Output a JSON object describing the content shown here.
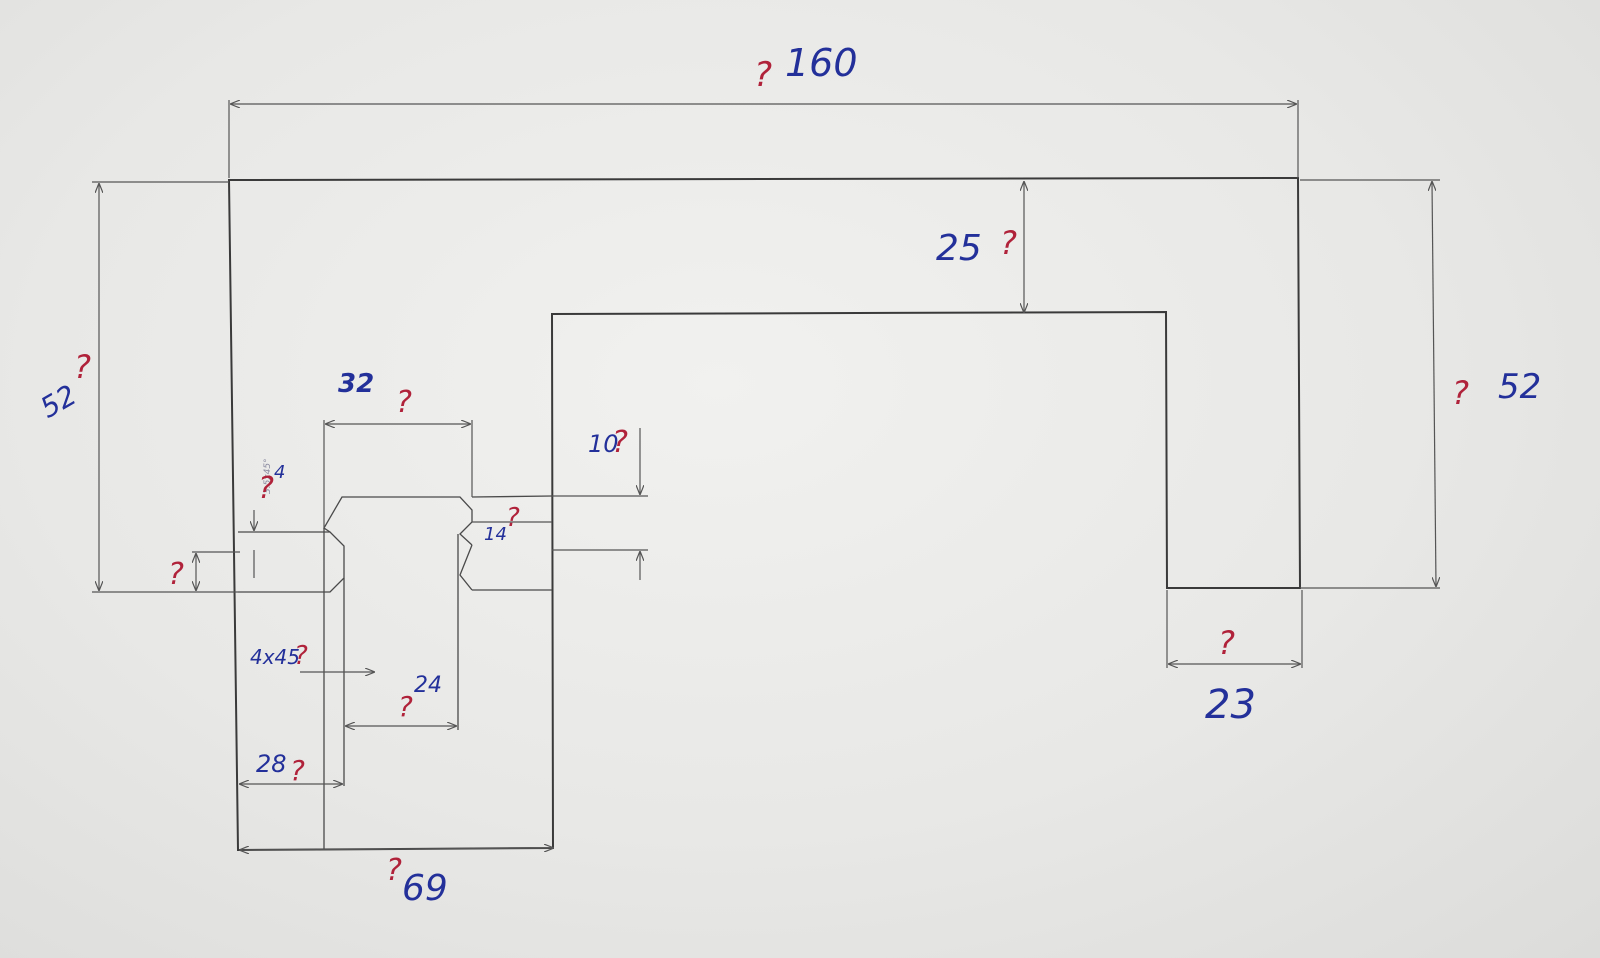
{
  "colors": {
    "dimension_blue": "#23309a",
    "question_red": "#b0223a",
    "line": "#3a3a3a"
  },
  "question_mark": "?",
  "dimensions": {
    "overall_width": "160",
    "right_height": "52",
    "left_height": "52",
    "top_thickness": "25",
    "bottom_width": "69",
    "right_leg_width": "23",
    "slot_top_width": "32",
    "slot_bottom_width": "24",
    "slot_offset": "28",
    "chamfer": "4x45",
    "pin_height": "14",
    "pin_offset": "10",
    "slot_step": "4",
    "small_note": "3.5x45°"
  }
}
